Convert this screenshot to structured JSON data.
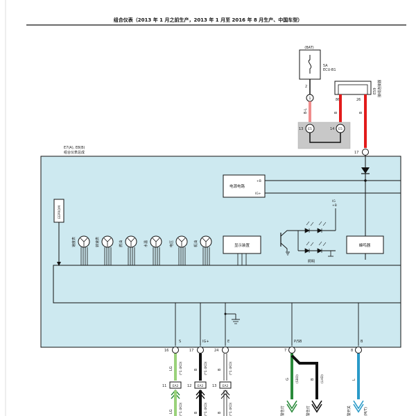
{
  "header": {
    "title": "组合仪表（2013 年 1 月之前生产，2013 年 1 月至 2016 年 8 月生产、中国车型）"
  },
  "fuse_box": {
    "source": "(BAT)",
    "fuse": "5A",
    "fuse_name": "ECU-B1"
  },
  "buzzer_part": {
    "code": "E59",
    "name": "接线连接器",
    "pin_left": "86",
    "pin_right": "26"
  },
  "wires": {
    "fuse_pin": "2",
    "fuse_pin2": "1",
    "bl": "B-L",
    "b1": "B",
    "b2": "B",
    "j_left_pin": "13",
    "j_left": "E5",
    "j_right_pin": "14",
    "j_right": "E5",
    "j_out_pin": "17",
    "j_out": "B"
  },
  "assembly": {
    "codes": "E7(A), E8(B)",
    "name": "组合仪表总成"
  },
  "blocks": {
    "power": "电源电路",
    "power_b": "+B",
    "power_ig": "IG+",
    "eeprom": "EEPROM",
    "display": "显示装置",
    "buzzer": "蜂鸣器",
    "illum": "照明",
    "ig_top": "IG",
    "ig_top2": "+B"
  },
  "gauges": [
    "速度表",
    "转速表",
    "燃油",
    "水温",
    "电压",
    "机油"
  ],
  "pins": [
    {
      "num": "16",
      "name": "S"
    },
    {
      "num": "17",
      "name": "IG+"
    },
    {
      "num": "24",
      "name": "E"
    },
    {
      "num": "7",
      "name": "P/SB"
    },
    {
      "num": "8",
      "name": "B"
    }
  ],
  "bottom": {
    "lg": "LG",
    "b1": "B",
    "b2": "B",
    "g": "G",
    "b3": "B",
    "l": "L",
    "note1": "(*1 4KD)",
    "note2": "(*1 4KD)",
    "note3": "(*1 4KD)",
    "sbd": "(SBD)",
    "lhd": "(LHD)",
    "c11": "11",
    "ea1": "EA2",
    "c12": "12",
    "ea2": "EA2",
    "c13": "13",
    "ea3": "EA2",
    "lg2": "LG",
    "b4": "B",
    "b5": "B",
    "n4": "(*1 4KD)",
    "n5": "(*1 4KD)",
    "n6": "(*1 4KD)",
    "dest1": "警告灯",
    "dest2": "警告灯",
    "dest3": "警开关",
    "dest3b": "(M/T)"
  },
  "colors": {
    "panel": "#cde9f0",
    "red": "#e21b1b",
    "green": "#2a8a3a",
    "lightgreen": "#9ad27a",
    "blue": "#2a9ac8",
    "gray": "#c8c8c8"
  }
}
